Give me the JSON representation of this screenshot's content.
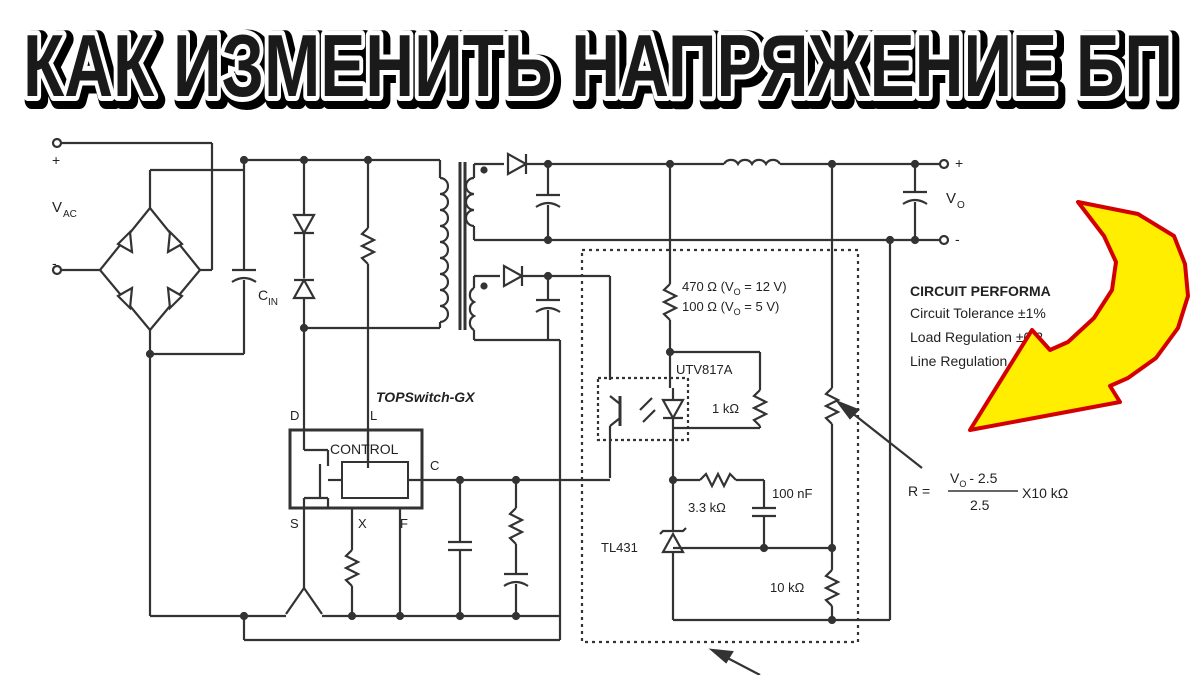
{
  "banner": {
    "title": "КАК ИЗМЕНИТЬ НАПРЯЖЕНИЕ БП",
    "text_fill": "#1a1a1a",
    "text_outline": "#ffffff",
    "shadow": "#000000"
  },
  "schematic": {
    "terminals": {
      "ac_plus": "+",
      "ac_minus": "-",
      "v_ac_main": "V",
      "v_ac_sub": "AC",
      "out_plus": "+",
      "out_minus": "-",
      "v_o_main": "V",
      "v_o_sub": "O"
    },
    "labels": {
      "cin_main": "C",
      "cin_sub": "IN",
      "chip": "TOPSwitch-GX",
      "control": "CONTROL",
      "pin_d": "D",
      "pin_l": "L",
      "pin_c": "C",
      "pin_s": "S",
      "pin_x": "X",
      "pin_f": "F",
      "r470": "470 Ω (V",
      "r470_sub": "O",
      "r470_tail": " = 12 V)",
      "r100": "100 Ω (V",
      "r100_sub": "O",
      "r100_tail": " = 5 V)",
      "opto": "UTV817A",
      "r1k": "1 kΩ",
      "r3k3": "3.3 kΩ",
      "c100n": "100 nF",
      "tl431": "TL431",
      "r10k": "10 kΩ"
    },
    "performance": {
      "heading": "CIRCUIT PERFORMA",
      "line1": "Circuit Tolerance ±1%",
      "line2": "Load Regulation ±0.2",
      "line3": "Line Regulation ±0"
    },
    "formula": {
      "lhs": "R =",
      "num_main": "V",
      "num_sub": "O",
      "num_tail": "- 2.5",
      "den": "2.5",
      "mult": "X10 kΩ"
    }
  },
  "arrow": {
    "fill": "#ffee00",
    "outline": "#d40000"
  }
}
